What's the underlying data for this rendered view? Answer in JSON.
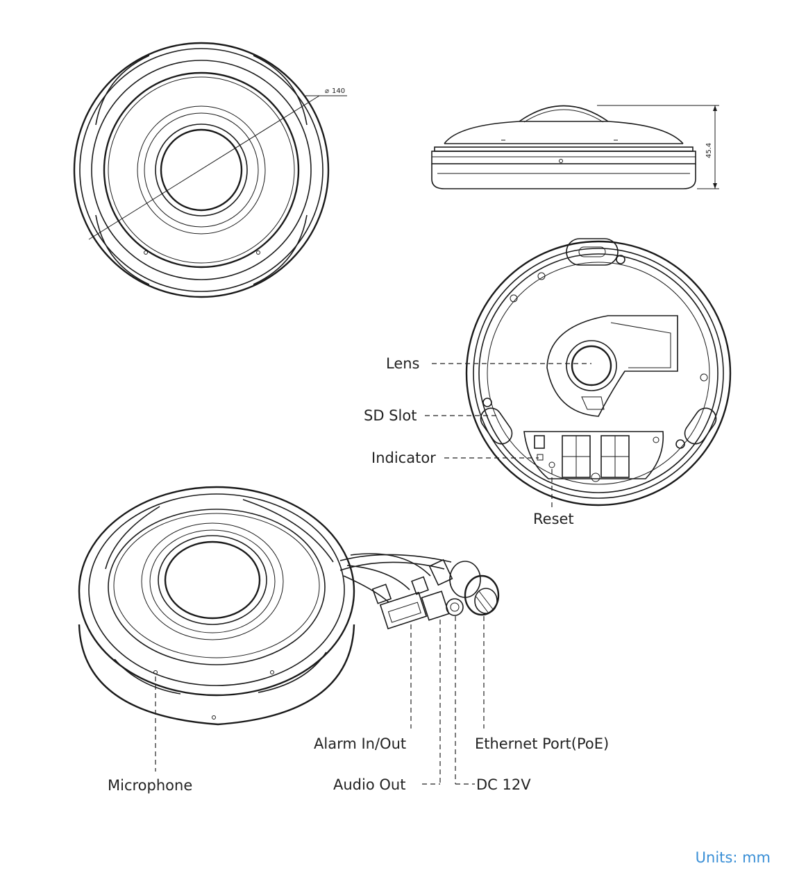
{
  "dimensions": {
    "diameter": "140",
    "height": "45.4"
  },
  "labels": {
    "lens": "Lens",
    "sd_slot": "SD Slot",
    "indicator": "Indicator",
    "reset": "Reset",
    "microphone": "Microphone",
    "alarm": "Alarm In/Out",
    "audio_out": "Audio Out",
    "ethernet": "Ethernet Port(PoE)",
    "dc": "DC 12V"
  },
  "units": "Units: mm",
  "colors": {
    "line": "#1a1a1a",
    "units_text": "#3a8fd6"
  }
}
